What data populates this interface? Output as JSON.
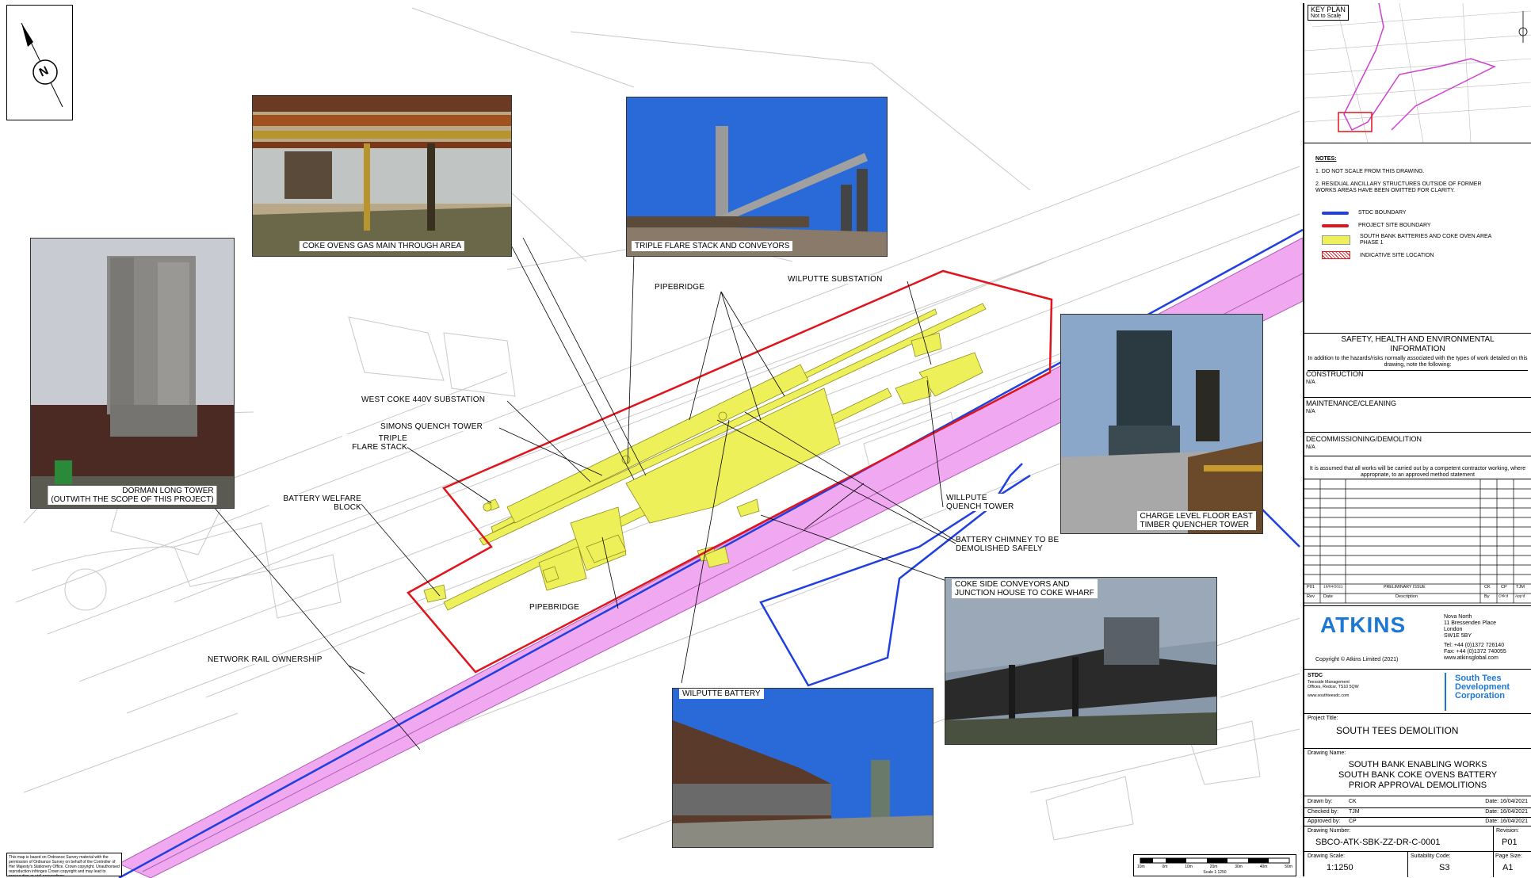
{
  "north": {
    "label": "N"
  },
  "photos": {
    "dorman": {
      "caption_line1": "DORMAN LONG TOWER",
      "caption_line2": "(OUTWITH THE SCOPE OF THIS PROJECT)"
    },
    "gas_main": {
      "caption": "COKE OVENS GAS MAIN THROUGH AREA"
    },
    "flare": {
      "caption": "TRIPLE FLARE STACK AND CONVEYORS"
    },
    "charge": {
      "caption_line1": "CHARGE LEVEL FLOOR EAST",
      "caption_line2": "TIMBER QUENCHER TOWER"
    },
    "coke_side": {
      "caption_line1": "COKE SIDE CONVEYORS AND",
      "caption_line2": "JUNCTION HOUSE TO COKE WHARF"
    },
    "wilputte_battery": {
      "caption": "WILPUTTE BATTERY"
    }
  },
  "callouts": {
    "pipebridge_top": "PIPEBRIDGE",
    "wilputte_substation": "WILPUTTE SUBSTATION",
    "west_coke": "WEST COKE 440V SUBSTATION",
    "simons": "SIMONS QUENCH TOWER",
    "triple_l1": "TRIPLE",
    "triple_l2": "FLARE STACK",
    "welfare_l1": "BATTERY WELFARE",
    "welfare_l2": "BLOCK",
    "wilputte_quench_l1": "WILLPUTE",
    "wilputte_quench_l2": "QUENCH TOWER",
    "chimney_l1": "BATTERY CHIMNEY TO BE",
    "chimney_l2": "DEMOLISHED SAFELY",
    "pipebridge_bottom": "PIPEBRIDGE",
    "network_rail": "NETWORK RAIL OWNERSHIP"
  },
  "titleblock": {
    "key_plan": {
      "title": "KEY PLAN",
      "subtitle": "Not to Scale"
    },
    "notes": {
      "title": "NOTES:",
      "items": [
        "1. DO NOT SCALE FROM THIS DRAWING.",
        "2. RESIDUAL ANCILLARY STRUCTURES OUTSIDE OF FORMER WORKS AREAS HAVE BEEN OMITTED FOR CLARITY."
      ]
    },
    "legend": [
      {
        "label": "STDC BOUNDARY",
        "color": "#1f3fe0"
      },
      {
        "label": "PROJECT SITE BOUNDARY",
        "color": "#e0141c"
      },
      {
        "label": "SOUTH BANK BATTERIES AND COKE OVEN AREA PHASE 1",
        "color": "#eef05a"
      },
      {
        "label": "INDICATIVE SITE LOCATION",
        "color": "#e0141c"
      }
    ],
    "she": {
      "title_l1": "SAFETY, HEALTH AND ENVIRONMENTAL",
      "title_l2": "INFORMATION",
      "intro": "In addition to the hazards/risks normally associated with the types of work detailed on this drawing, note the following:",
      "construction": "CONSTRUCTION",
      "construction_val": "N/A",
      "maintenance": "MAINTENANCE/CLEANING",
      "maintenance_val": "N/A",
      "decommissioning": "DECOMMISSIONING/DEMOLITION",
      "decommissioning_val": "N/A",
      "assumption": "It is assumed that all works will be carried out by a competent contractor working, where appropriate, to an approved method statement"
    },
    "revision_table": {
      "row": {
        "rev": "P01",
        "date": "16/04/2021",
        "desc": "PRELIMINARY ISSUE",
        "by": "CK",
        "chkd": "CP",
        "appd": "TJM"
      },
      "headers": {
        "rev": "Rev",
        "date": "Date",
        "desc": "Description",
        "by": "By",
        "chkd": "Chk'd",
        "appd": "App'd"
      }
    },
    "atkins": {
      "logo": "ATKINS",
      "address": [
        "Nova North",
        "11 Bressenden Place",
        "London",
        "SW1E 5BY"
      ],
      "tel": "Tel: +44 (0)1372 726140",
      "fax": "Fax: +44 (0)1372 740055",
      "web": "www.atkinsglobal.com",
      "copyright": "Copyright © Atkins Limited (2021)"
    },
    "client": {
      "name": "STDC",
      "address": "Teesside Management Offices, Redcar, TS10 5QW",
      "web": "www.southteesdc.com",
      "logo_l1": "South Tees",
      "logo_l2": "Development",
      "logo_l3": "Corporation"
    },
    "project": {
      "label": "Project Title:",
      "value": "SOUTH TEES DEMOLITION"
    },
    "drawing": {
      "label": "Drawing Name:",
      "l1": "SOUTH BANK ENABLING WORKS",
      "l2": "SOUTH BANK COKE OVENS BATTERY",
      "l3": "PRIOR APPROVAL DEMOLITIONS"
    },
    "sign": {
      "drawn_label": "Drawn by:",
      "drawn": "CK",
      "drawn_date": "Date: 16/04/2021",
      "checked_label": "Checked by:",
      "checked": "TJM",
      "checked_date": "Date: 16/04/2021",
      "approved_label": "Approved by:",
      "approved": "CP",
      "approved_date": "Date: 16/04/2021"
    },
    "number": {
      "label": "Drawing Number:",
      "value": "SBCO-ATK-SBK-ZZ-DR-C-0001",
      "rev_label": "Revision:",
      "rev": "P01"
    },
    "footer": {
      "scale_label": "Drawing Scale:",
      "scale": "1:1250",
      "suit_label": "Suitability Code:",
      "suit": "S3",
      "size_label": "Page Size:",
      "size": "A1"
    }
  },
  "disclaimer": "This map is based on Ordnance Survey material with the permission of Ordnance Survey on behalf of the Controller of Her Majesty's Stationery Office. Crown copyright. Unauthorised reproduction infringes Crown copyright and may lead to prosecution or civil proceedings.",
  "scalebar": {
    "labels": [
      "10m",
      "0m",
      "10m",
      "20m",
      "30m",
      "40m",
      "50m"
    ],
    "caption": "Scale 1:1250"
  }
}
